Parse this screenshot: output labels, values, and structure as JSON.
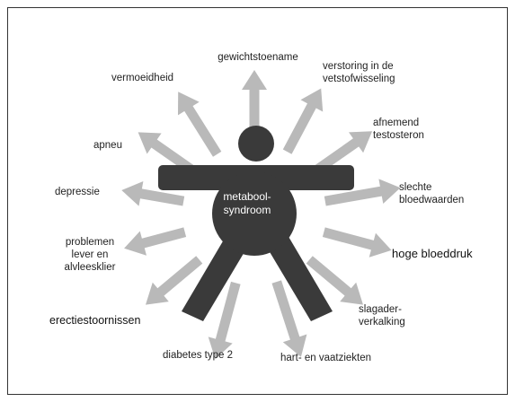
{
  "center_label": [
    "metabool-",
    "syndroom"
  ],
  "labels": {
    "gewichtstoename": "gewichtstoename",
    "vetstof_1": "verstoring in de",
    "vetstof_2": "vetstofwisseling",
    "testosteron_1": "afnemend",
    "testosteron_2": "testosteron",
    "bloedwaarden_1": "slechte",
    "bloedwaarden_2": "bloedwaarden",
    "bloeddruk": "hoge bloeddruk",
    "slagader_1": "slagader-",
    "slagader_2": "verkalking",
    "hartvaat": "hart- en vaatziekten",
    "diabetes": "diabetes type 2",
    "erectie": "erectiestoornissen",
    "lever_1": "problemen",
    "lever_2": "lever en",
    "lever_3": "alvleesklier",
    "depressie": "depressie",
    "apneu": "apneu",
    "vermoeidheid": "vermoeidheid"
  },
  "colors": {
    "figure": "#3a3a3a",
    "arrow": "#b9b9b9",
    "frame": "#333333"
  }
}
